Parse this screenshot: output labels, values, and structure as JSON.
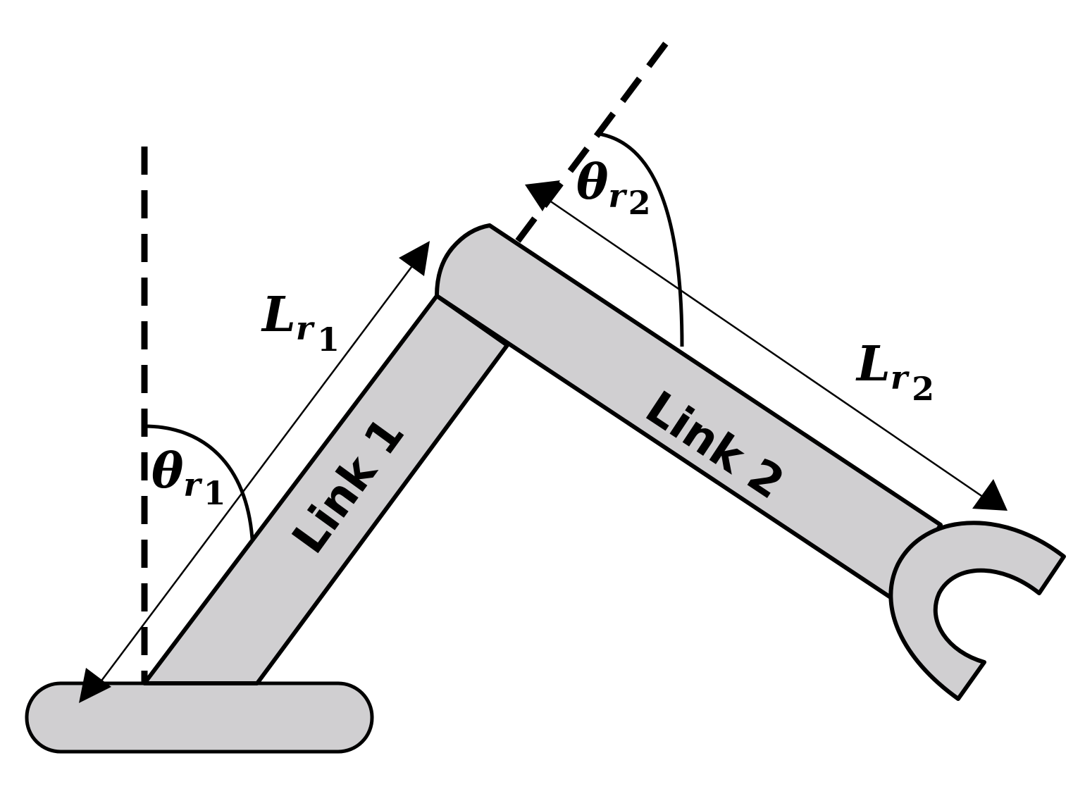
{
  "colors": {
    "link_fill": "#d0cfd1",
    "outline": "#000000",
    "background": "#ffffff"
  },
  "links": {
    "link1_label": "Link 1",
    "link2_label": "Link 2"
  },
  "lengths": {
    "link1": {
      "main": "L",
      "sub": "r",
      "subnum": "1"
    },
    "link2": {
      "main": "L",
      "sub": "r",
      "subnum": "2"
    }
  },
  "angles": {
    "joint1": {
      "main": "θ",
      "sub": "r",
      "subnum": "1"
    },
    "joint2": {
      "main": "θ",
      "sub": "r",
      "subnum": "2"
    }
  }
}
